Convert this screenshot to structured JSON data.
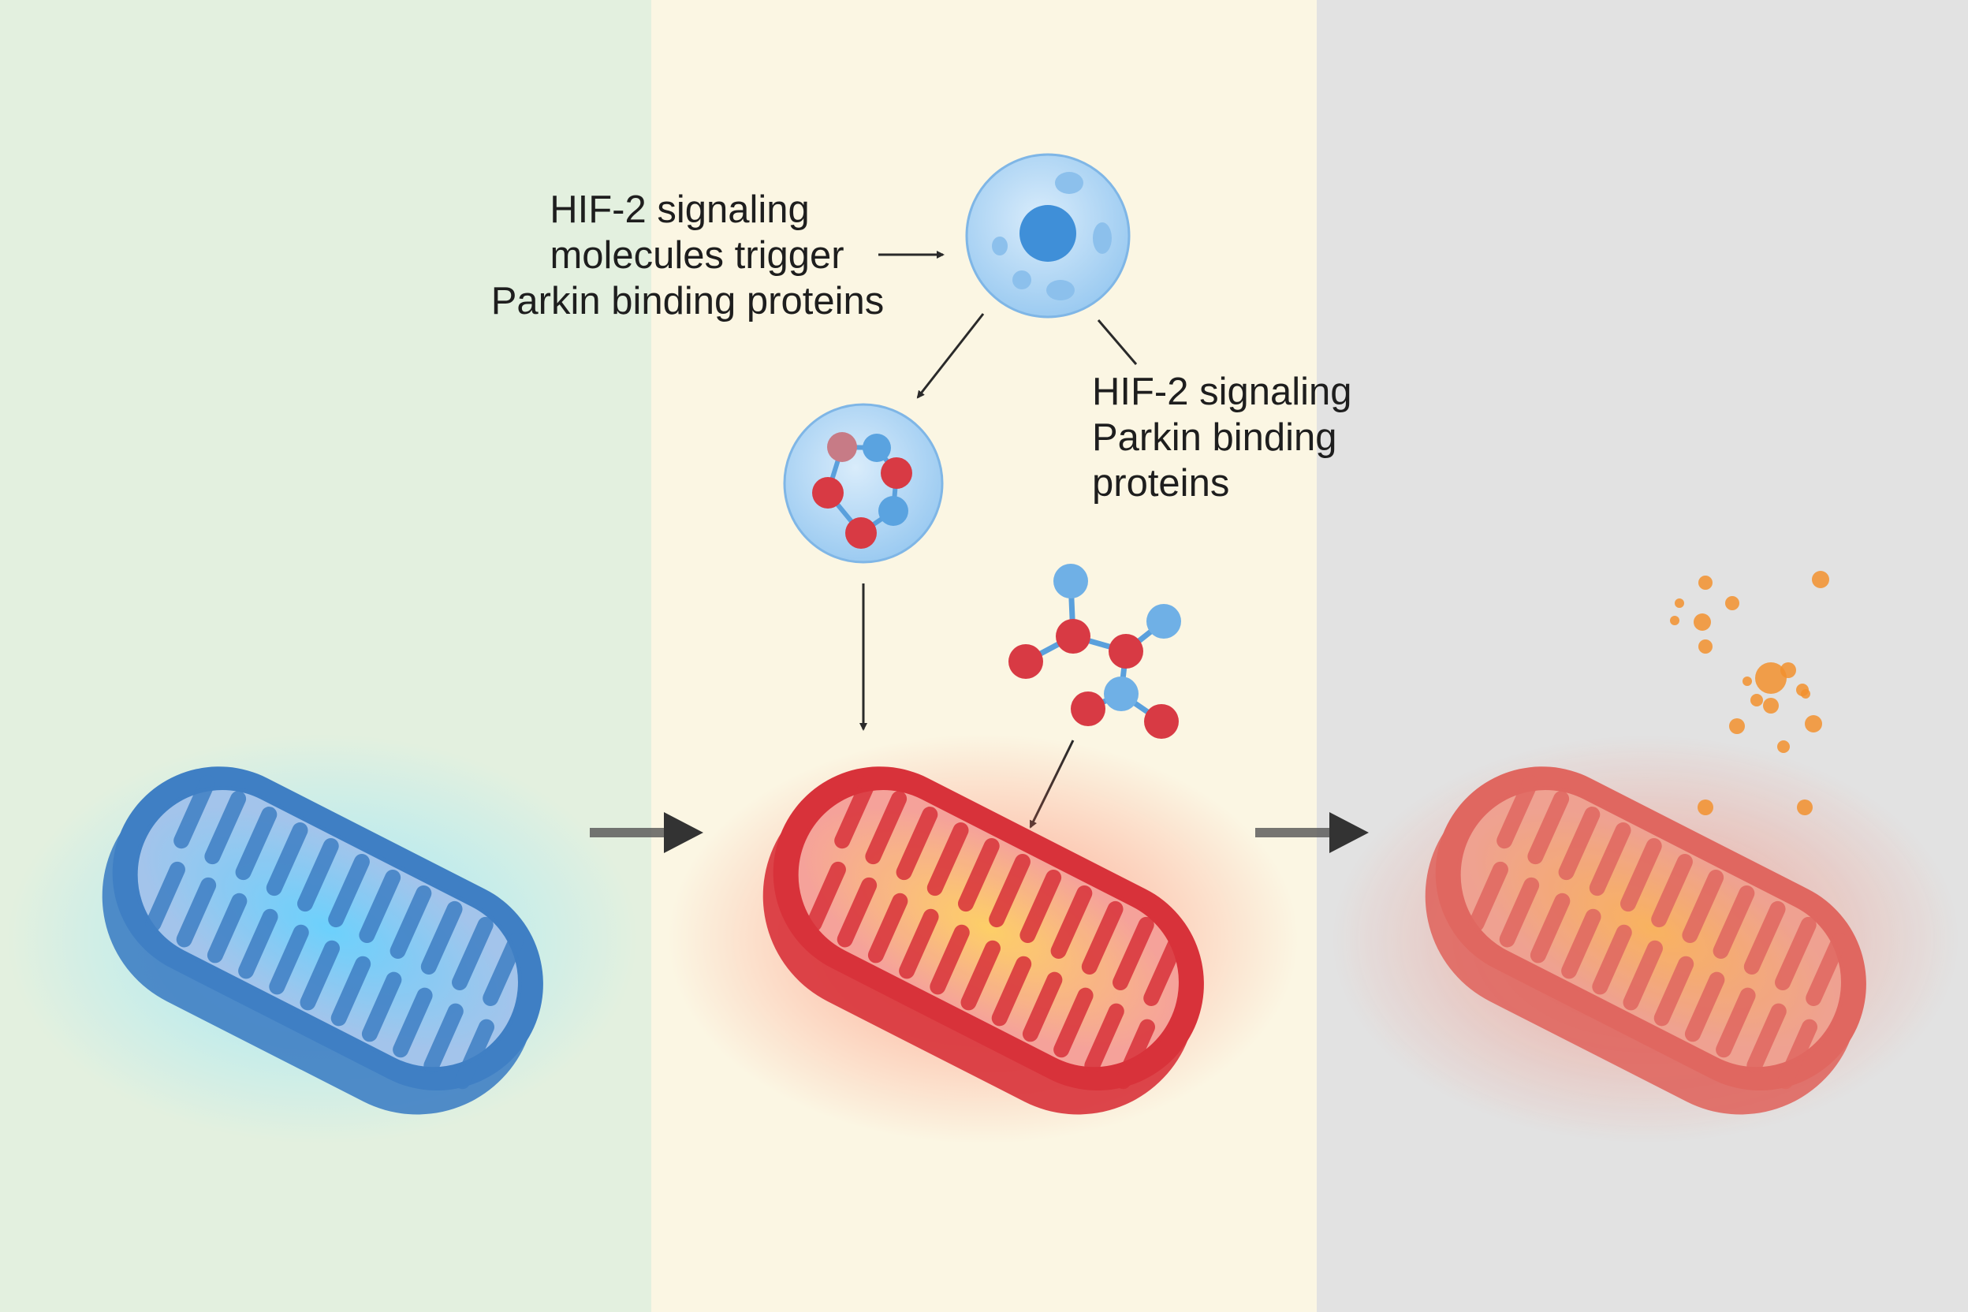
{
  "labels": {
    "left_callout": [
      "HIF-2 signaling",
      "molecules trigger",
      "Parkin binding proteins"
    ],
    "right_callout": [
      "HIF-2 signaling",
      "Parkin binding",
      "proteins"
    ]
  },
  "colors": {
    "panel_healthy": "#e3f0df",
    "panel_signal": "#fbf6e3",
    "panel_damaged": "#e2e2e2",
    "mito_healthy": "#3f7fc4",
    "mito_signal": "#d8323a",
    "mito_damaged": "#e0524a",
    "molecule_red": "#d83a44",
    "molecule_blue": "#6fb0e6",
    "fragment_orange": "#f2902e"
  }
}
